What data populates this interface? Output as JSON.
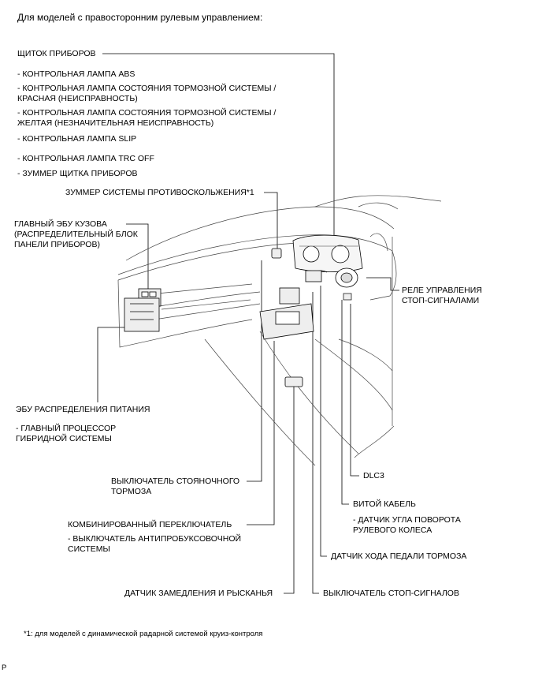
{
  "header": "Для моделей с правосторонним рулевым управлением:",
  "labels": {
    "instrument_panel": "ЩИТОК ПРИБОРОВ",
    "abs_lamp": "- КОНТРОЛЬНАЯ ЛАМПА ABS",
    "brake_red_1": "- КОНТРОЛЬНАЯ ЛАМПА СОСТОЯНИЯ ТОРМОЗНОЙ СИСТЕМЫ /",
    "brake_red_2": "КРАСНАЯ (НЕИСПРАВНОСТЬ)",
    "brake_yellow_1": "- КОНТРОЛЬНАЯ ЛАМПА СОСТОЯНИЯ ТОРМОЗНОЙ СИСТЕМЫ /",
    "brake_yellow_2": "ЖЕЛТАЯ (НЕЗНАЧИТЕЛЬНАЯ НЕИСПРАВНОСТЬ)",
    "slip_lamp": "- КОНТРОЛЬНАЯ ЛАМПА SLIP",
    "trc_off_lamp": "- КОНТРОЛЬНАЯ ЛАМПА TRC OFF",
    "panel_buzzer": "- ЗУММЕР ЩИТКА ПРИБОРОВ",
    "precollision_buzzer": "ЗУММЕР СИСТЕМЫ ПРОТИВОСКОЛЬЖЕНИЯ*1",
    "body_ecu_1": "ГЛАВНЫЙ ЭБУ КУЗОВА",
    "body_ecu_2": "(РАСПРЕДЕЛИТЕЛЬНЫЙ БЛОК",
    "body_ecu_3": "ПАНЕЛИ ПРИБОРОВ)",
    "stop_relay_1": "РЕЛЕ УПРАВЛЕНИЯ",
    "stop_relay_2": "СТОП-СИГНАЛАМИ",
    "power_ecu": "ЭБУ РАСПРЕДЕЛЕНИЯ ПИТАНИЯ",
    "hybrid_cpu_1": "- ГЛАВНЫЙ ПРОЦЕССОР",
    "hybrid_cpu_2": "ГИБРИДНОЙ СИСТЕМЫ",
    "dlc3": "DLC3",
    "parking_brake_1": "ВЫКЛЮЧАТЕЛЬ СТОЯНОЧНОГО",
    "parking_brake_2": "ТОРМОЗА",
    "spiral_cable": "ВИТОЙ КАБЕЛЬ",
    "steer_angle_1": "- ДАТЧИК УГЛА ПОВОРОТА",
    "steer_angle_2": "РУЛЕВОГО КОЛЕСА",
    "combo_switch": "КОМБИНИРОВАННЫЙ ПЕРЕКЛЮЧАТЕЛЬ",
    "traction_switch_1": "- ВЫКЛЮЧАТЕЛЬ АНТИПРОБУКСОВОЧНОЙ",
    "traction_switch_2": "СИСТЕМЫ",
    "pedal_stroke": "ДАТЧИК ХОДА ПЕДАЛИ ТОРМОЗА",
    "yaw_sensor": "ДАТЧИК ЗАМЕДЛЕНИЯ И РЫСКАНЬЯ",
    "stop_switch": "ВЫКЛЮЧАТЕЛЬ СТОП-СИГНАЛОВ"
  },
  "footnote": "*1: для моделей с динамической радарной системой круиз-контроля",
  "corner_mark": "P"
}
